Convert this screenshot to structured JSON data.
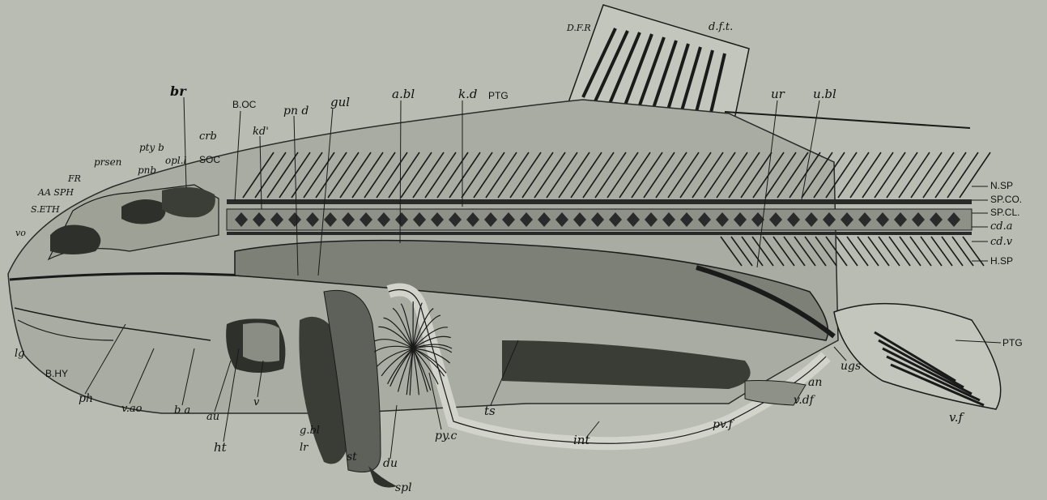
{
  "colors": {
    "paper": "#b9bcb2",
    "ink": "#1a1a1a",
    "organ_dark": "#3a3c36",
    "organ_mid": "#7d8077"
  },
  "labels": {
    "dfr": "D.F.R",
    "dft": "d.f.t.",
    "ptg_top": "PTG",
    "abl": "a.bl",
    "kd": "k.d",
    "gul": "gul",
    "pnd": "pn d",
    "boc": "B.OC",
    "br": "br",
    "kd2": "kd'",
    "crb": "crb",
    "soc": "SOC",
    "ptyb": "pty b",
    "opll": "opl.l",
    "prsen": "prsen",
    "pnb": "pnb",
    "fr": "FR",
    "aspn": "AA SPH",
    "seth": "S.ETH",
    "vo": "vo",
    "ur": "ur",
    "ubl": "u.bl",
    "nsp": "N.SP",
    "spco": "SP.CO.",
    "spcl": "SP.CL.",
    "cda": "cd.a",
    "cdv": "cd.v",
    "hsp": "H.SP",
    "ptg_tail": "PTG",
    "vf": "v.f",
    "ugs": "ugs",
    "an": "an",
    "vdf": "v.df",
    "pvf": "pv.f",
    "int": "int",
    "ts": "ts",
    "pyc": "py.c",
    "du": "du",
    "spl": "spl",
    "st": "st",
    "lr": "lr",
    "gbl": "g.bl",
    "ht": "ht",
    "au": "au",
    "v": "v",
    "ba": "b a",
    "vao": "v.ao",
    "ph": "ph",
    "bhy": "B.HY",
    "lg": "lg"
  }
}
